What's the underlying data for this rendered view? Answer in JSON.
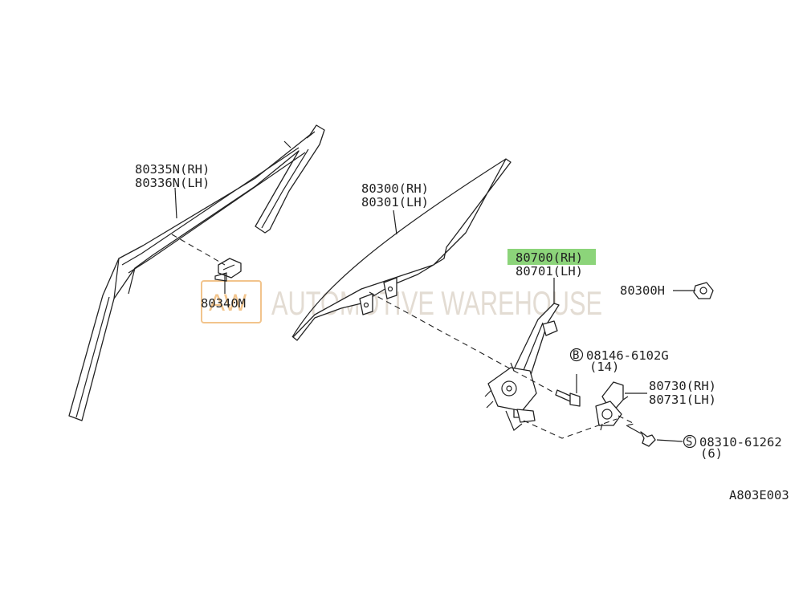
{
  "watermark": {
    "logo": "AW",
    "text": "AUTOMOTIVE WAREHOUSE"
  },
  "callouts": {
    "sash_rh": "80335N(RH)",
    "sash_lh": "80336N(LH)",
    "clip": "80340M",
    "glass_rh": "80300(RH)",
    "glass_lh": "80301(LH)",
    "regulator_rh": "80700(RH)",
    "regulator_lh": "80701(LH)",
    "grommet": "80300H",
    "bolt_symbol": "B",
    "bolt_part": "08146-6102G",
    "bolt_qty": "(14)",
    "motor_rh": "80730(RH)",
    "motor_lh": "80731(LH)",
    "screw_symbol": "S",
    "screw_part": "08310-61262",
    "screw_qty": "(6)"
  },
  "diagram_code": "A803E003",
  "colors": {
    "highlight": "#8cd47a",
    "line": "#222222",
    "watermark_text": "#e3dcd3",
    "watermark_logo": "#f2c48c"
  }
}
